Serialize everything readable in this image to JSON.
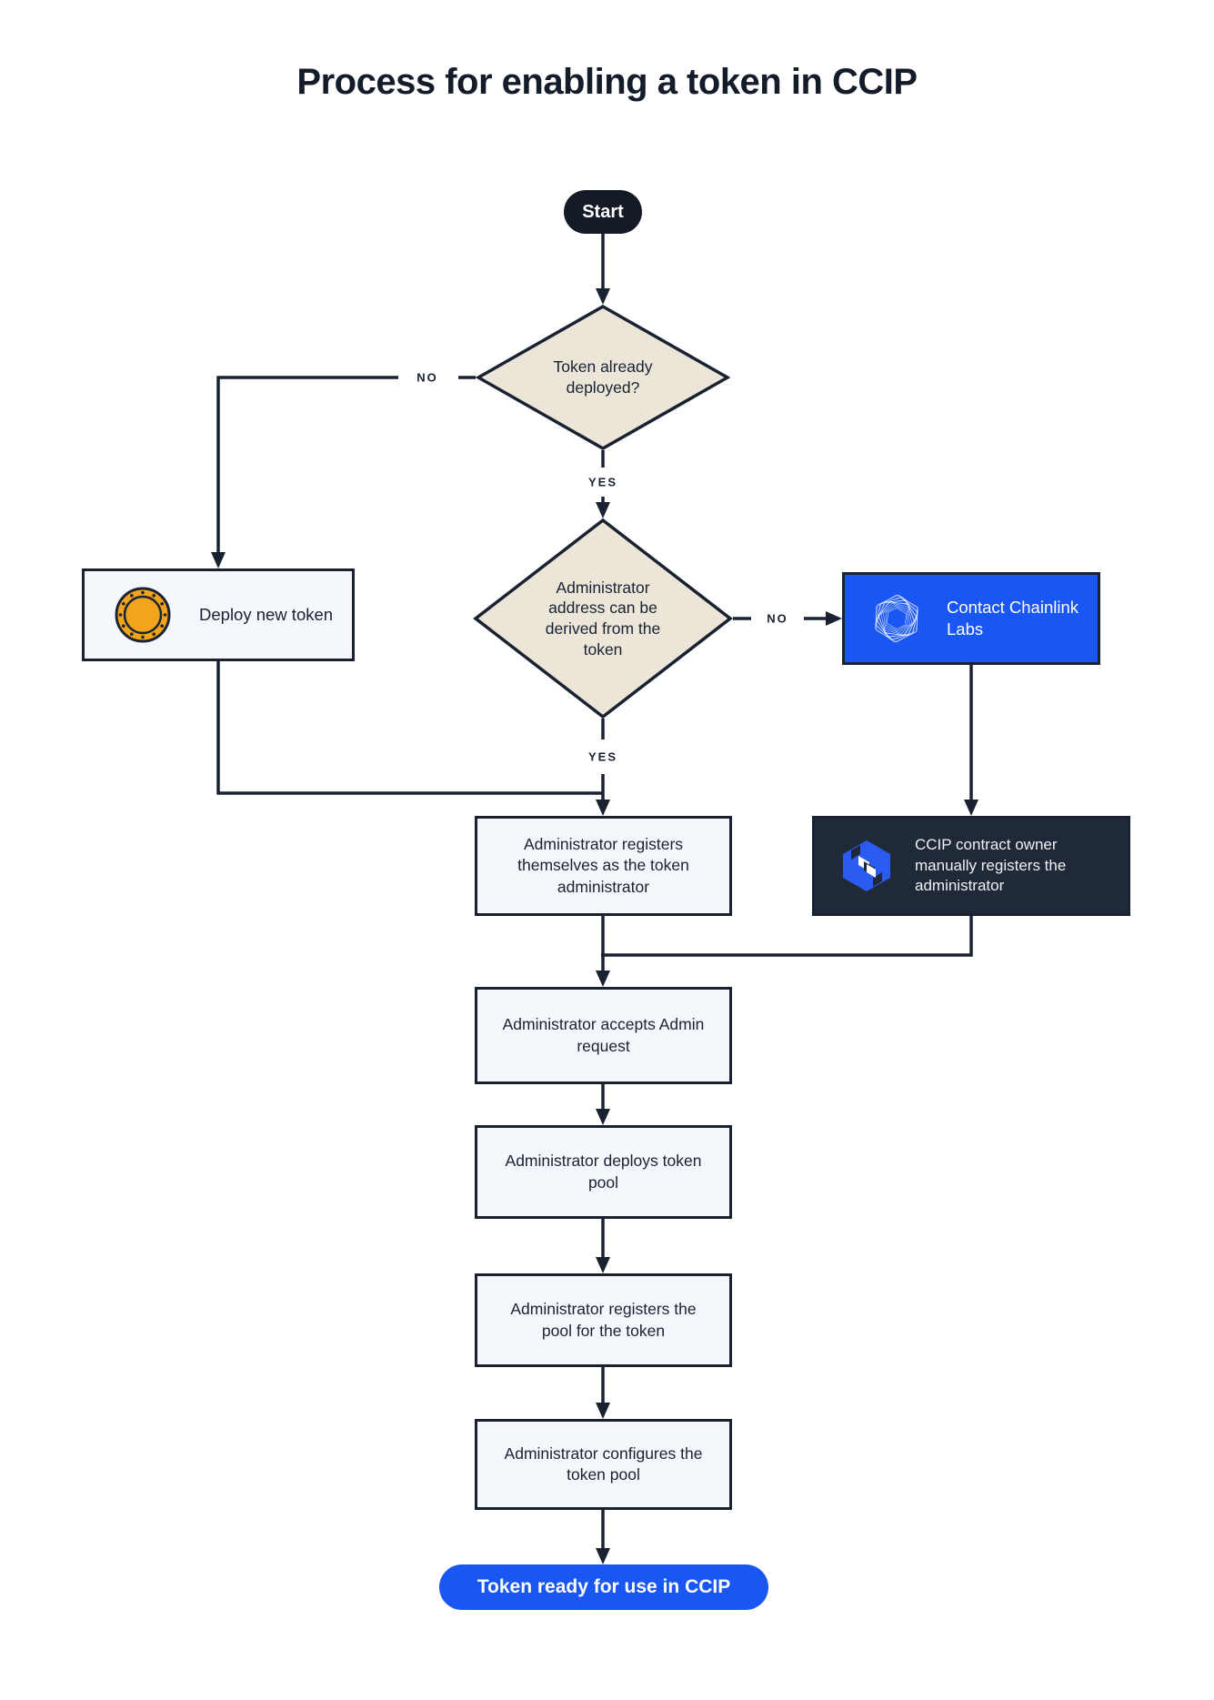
{
  "title": "Process for enabling a token in CCIP",
  "labels": {
    "yes": "YES",
    "no": "NO"
  },
  "nodes": {
    "start": "Start",
    "token_already_deployed": "Token already deployed?",
    "deploy_new_token": "Deploy new token",
    "admin_address_derived": "Administrator address can be derived from the token",
    "contact_chainlink_labs": "Contact Chainlink Labs",
    "admin_registers_self": "Administrator registers themselves as the token administrator",
    "ccip_owner_registers": "CCIP contract owner manually registers the administrator",
    "admin_accepts_request": "Administrator accepts Admin request",
    "admin_deploys_pool": "Administrator deploys token pool",
    "admin_registers_pool": "Administrator registers the pool for the token",
    "admin_configures_pool": "Administrator configures the token pool",
    "token_ready": "Token ready for use in CCIP"
  },
  "icons": {
    "coin": "coin-icon",
    "chainlink_labs": "chainlink-spirograph-icon",
    "ccip_logo": "ccip-hexagon-icon"
  },
  "colors": {
    "line_dark": "#1a2232",
    "start_pill": "#141a26",
    "diamond_fill": "#ece6d9",
    "light_box_fill": "#f4f7fb",
    "blue_accent": "#1a56f2",
    "dark_box_fill": "#202937",
    "coin_gold": "#f3a41d",
    "background": "#ffffff"
  }
}
